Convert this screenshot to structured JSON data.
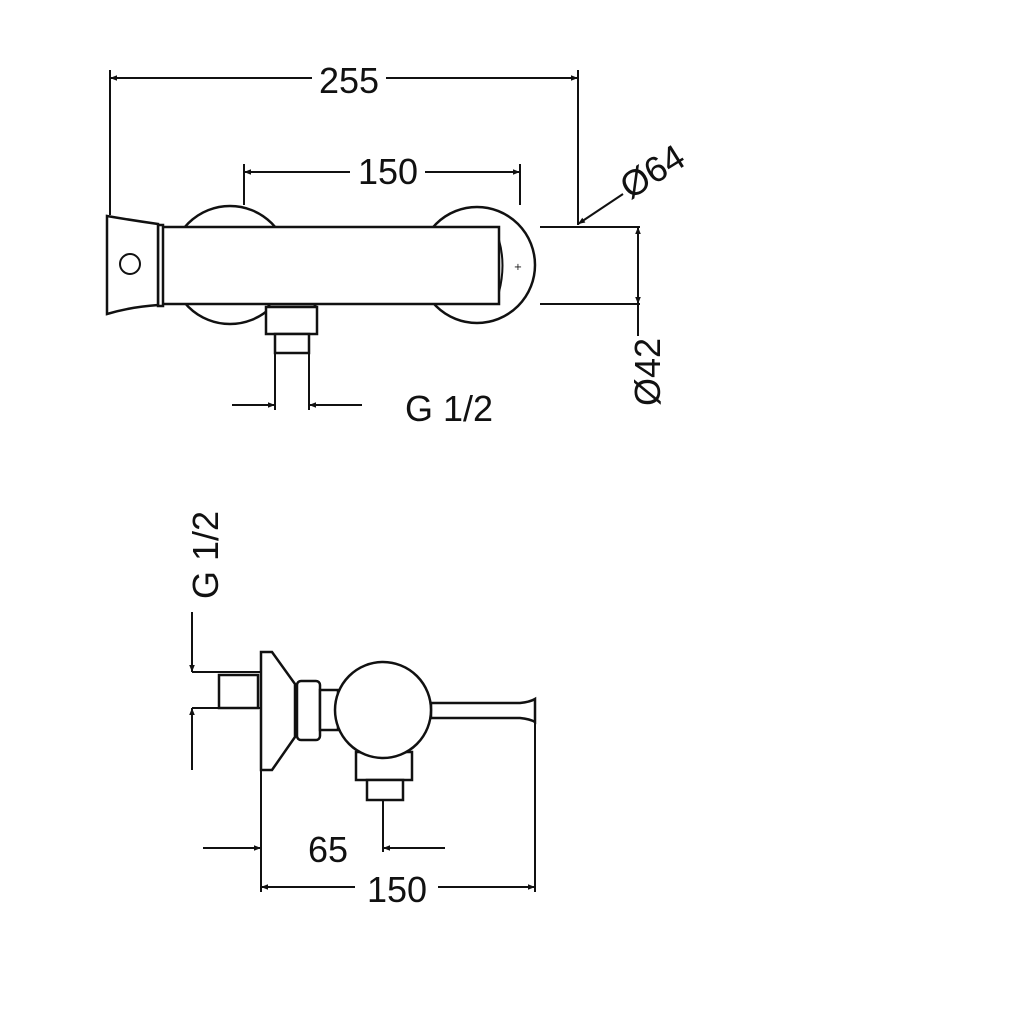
{
  "top_view": {
    "overall_width": "255",
    "mount_spacing": "150",
    "cover_diameter": "Ø64",
    "body_diameter": "Ø42",
    "inlet_thread": "G 1/2"
  },
  "side_view": {
    "inlet_thread": "G 1/2",
    "outlet_offset": "65",
    "projection": "150"
  },
  "colors": {
    "line": "#111111",
    "background": "#ffffff"
  }
}
